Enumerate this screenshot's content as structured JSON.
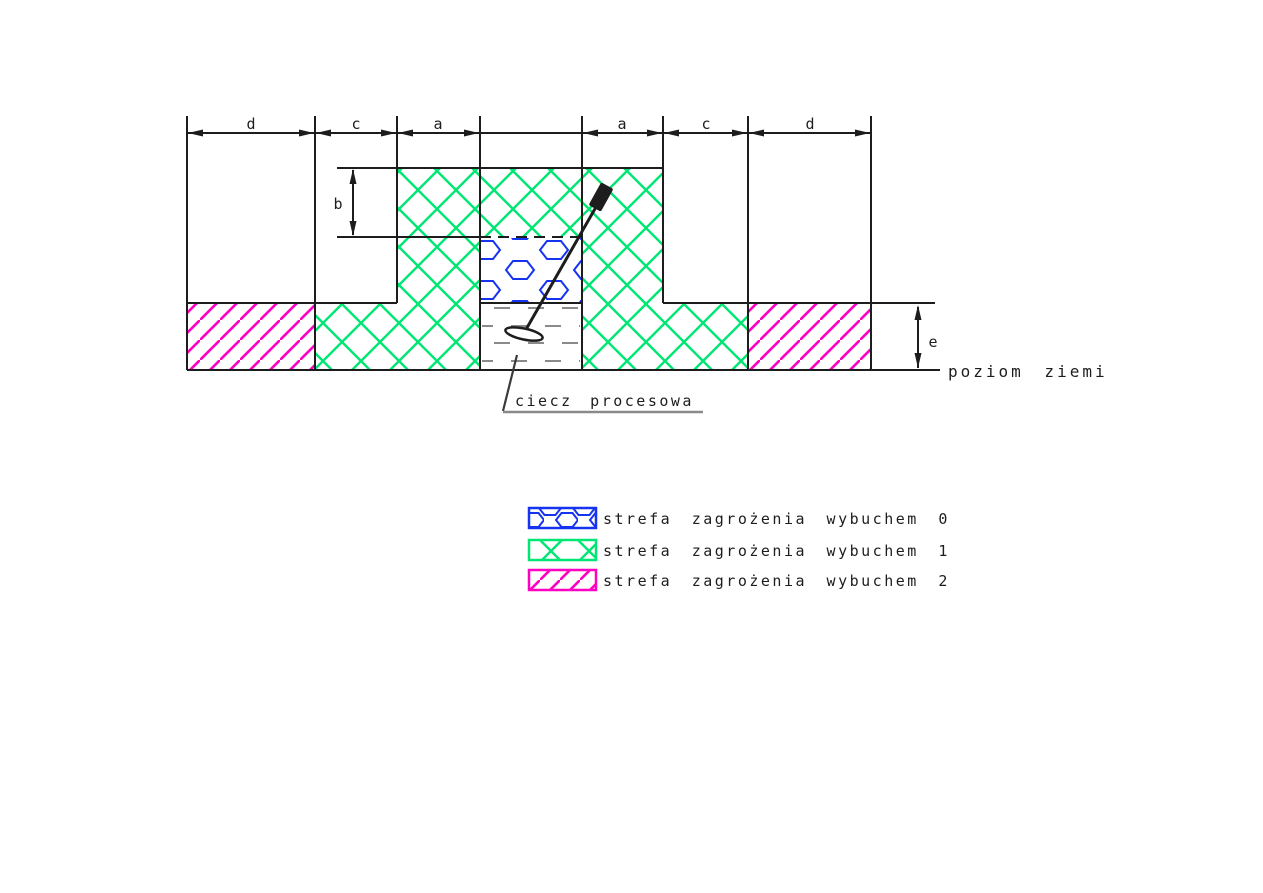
{
  "diagram": {
    "dimension_labels": {
      "d_left": "d",
      "c_left": "c",
      "a_left": "a",
      "a_right": "a",
      "c_right": "c",
      "d_right": "d",
      "b": "b",
      "e": "e"
    },
    "annotations": {
      "ground_level": "poziom ziemi",
      "process_liquid": "ciecz procesowa"
    }
  },
  "legend": {
    "items": [
      {
        "zone": "0",
        "label": "strefa zagrożenia wybuchem 0",
        "color": "#1533F0",
        "pattern": "hexagon-outlines"
      },
      {
        "zone": "1",
        "label": "strefa zagrożenia wybuchem 1",
        "color": "#00E673",
        "pattern": "diagonal-crosshatch"
      },
      {
        "zone": "2",
        "label": "strefa zagrożenia wybuchem 2",
        "color": "#FF00C3",
        "pattern": "diagonal-lines"
      }
    ]
  },
  "colors": {
    "zone0_blue": "#1533F0",
    "zone1_green": "#00E673",
    "zone2_magenta": "#FF00C3",
    "line_black": "#1d1d1d",
    "liquid_dash_gray": "#8a8a8a"
  }
}
